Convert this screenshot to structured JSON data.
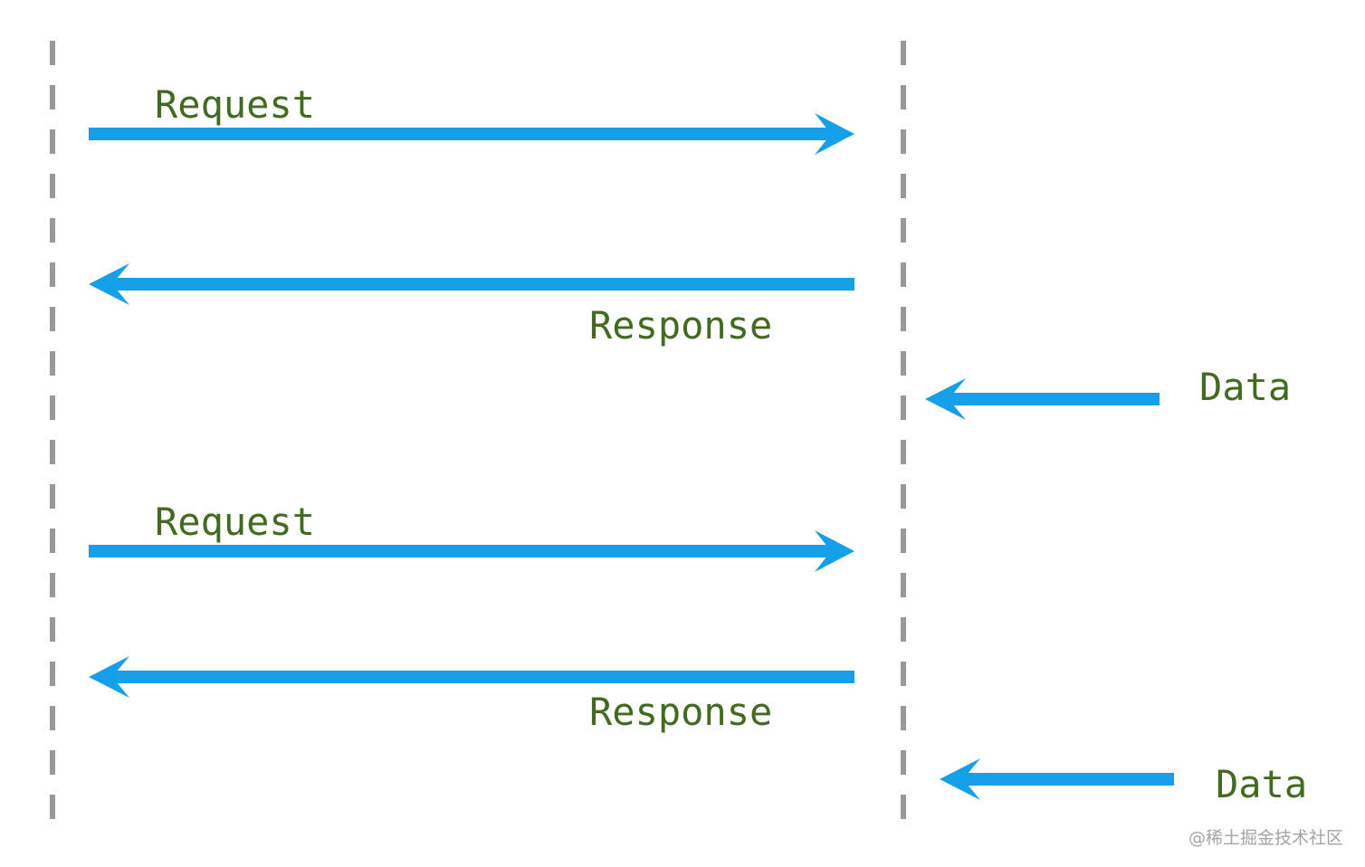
{
  "colors": {
    "arrow": "#159fe9",
    "lifeline": "#999999",
    "label": "#426b1f",
    "watermark": "#a4a4a4",
    "background": "#ffffff"
  },
  "messages": [
    {
      "label": "Request",
      "direction": "right"
    },
    {
      "label": "Response",
      "direction": "left"
    },
    {
      "label": "Data",
      "direction": "left"
    },
    {
      "label": "Request",
      "direction": "right"
    },
    {
      "label": "Response",
      "direction": "left"
    },
    {
      "label": "Data",
      "direction": "left"
    }
  ],
  "watermark": "@稀土掘金技术社区"
}
